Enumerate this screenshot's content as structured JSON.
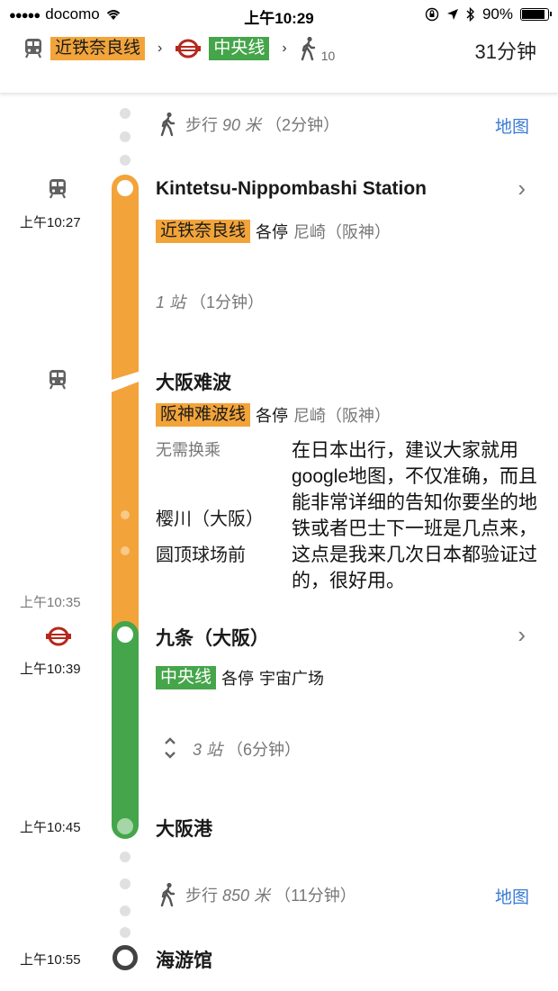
{
  "status_bar": {
    "signal": "●●●●●",
    "carrier": "docomo",
    "time": "上午10:29",
    "battery": "90%"
  },
  "summary": {
    "segments": [
      {
        "type": "train-icon",
        "label": "近铁奈良线",
        "color": "#f2a43a"
      },
      {
        "type": "subway-icon",
        "label": "中央线",
        "color": "#45a54a"
      },
      {
        "type": "walk-icon",
        "label": "10"
      }
    ],
    "separator": "›",
    "total_duration": "31分钟"
  },
  "timeline": {
    "walk_start": {
      "text_prefix": "步行 ",
      "distance": "90 米",
      "duration": "（2分钟）",
      "map_link": "地图"
    },
    "stop1": {
      "time": "上午10:27",
      "name": "Kintetsu-Nippombashi Station",
      "line": "近铁奈良线",
      "service": "各停",
      "direction": "尼崎（阪神）",
      "stops_count": "1 站",
      "stops_duration": "（1分钟）"
    },
    "stop2": {
      "name": "大阪难波",
      "line": "阪神难波线",
      "service": "各停",
      "direction": "尼崎（阪神）",
      "note": "无需换乘",
      "intermediate": [
        "樱川（大阪）",
        "圆顶球场前"
      ],
      "arrive_time": "上午10:35"
    },
    "stop3": {
      "time": "上午10:39",
      "name": "九条（大阪）",
      "line": "中央线",
      "service": "各停",
      "direction": "宇宙广场",
      "stops_count": "3 站",
      "stops_duration": "（6分钟）"
    },
    "stop4": {
      "time": "上午10:45",
      "name": "大阪港"
    },
    "walk_end": {
      "text_prefix": "步行 ",
      "distance": "850 米",
      "duration": "（11分钟）",
      "map_link": "地图"
    },
    "destination": {
      "time": "上午10:55",
      "name": "海游馆"
    }
  },
  "annotation": "在日本出行，建议大家就用google地图，不仅准确，而且能非常详细的告知你要坐的地铁或者巴士下一班是几点来，这点是我来几次日本都验证过的，很好用。",
  "colors": {
    "kintetsu": "#f2a33a",
    "chuo": "#45a54a",
    "link": "#3a7bd5",
    "subway_logo": "#b5281c"
  }
}
